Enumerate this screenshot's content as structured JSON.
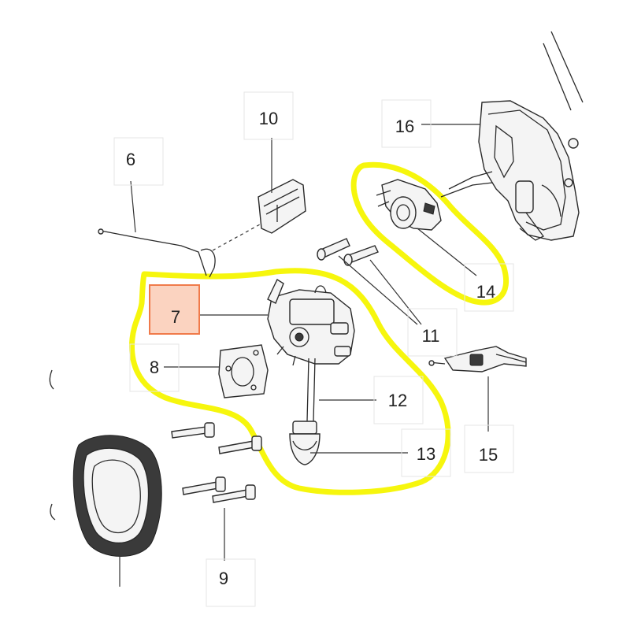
{
  "labels": {
    "p6": "6",
    "p7": "7",
    "p8": "8",
    "p9": "9",
    "p10": "10",
    "p11": "11",
    "p12": "12",
    "p13": "13",
    "p14": "14",
    "p15": "15",
    "p16": "16"
  },
  "colors": {
    "highlight_outline": "#f5f500",
    "selected_fill": "#fbd3c0",
    "selected_border": "#f07a4a"
  }
}
